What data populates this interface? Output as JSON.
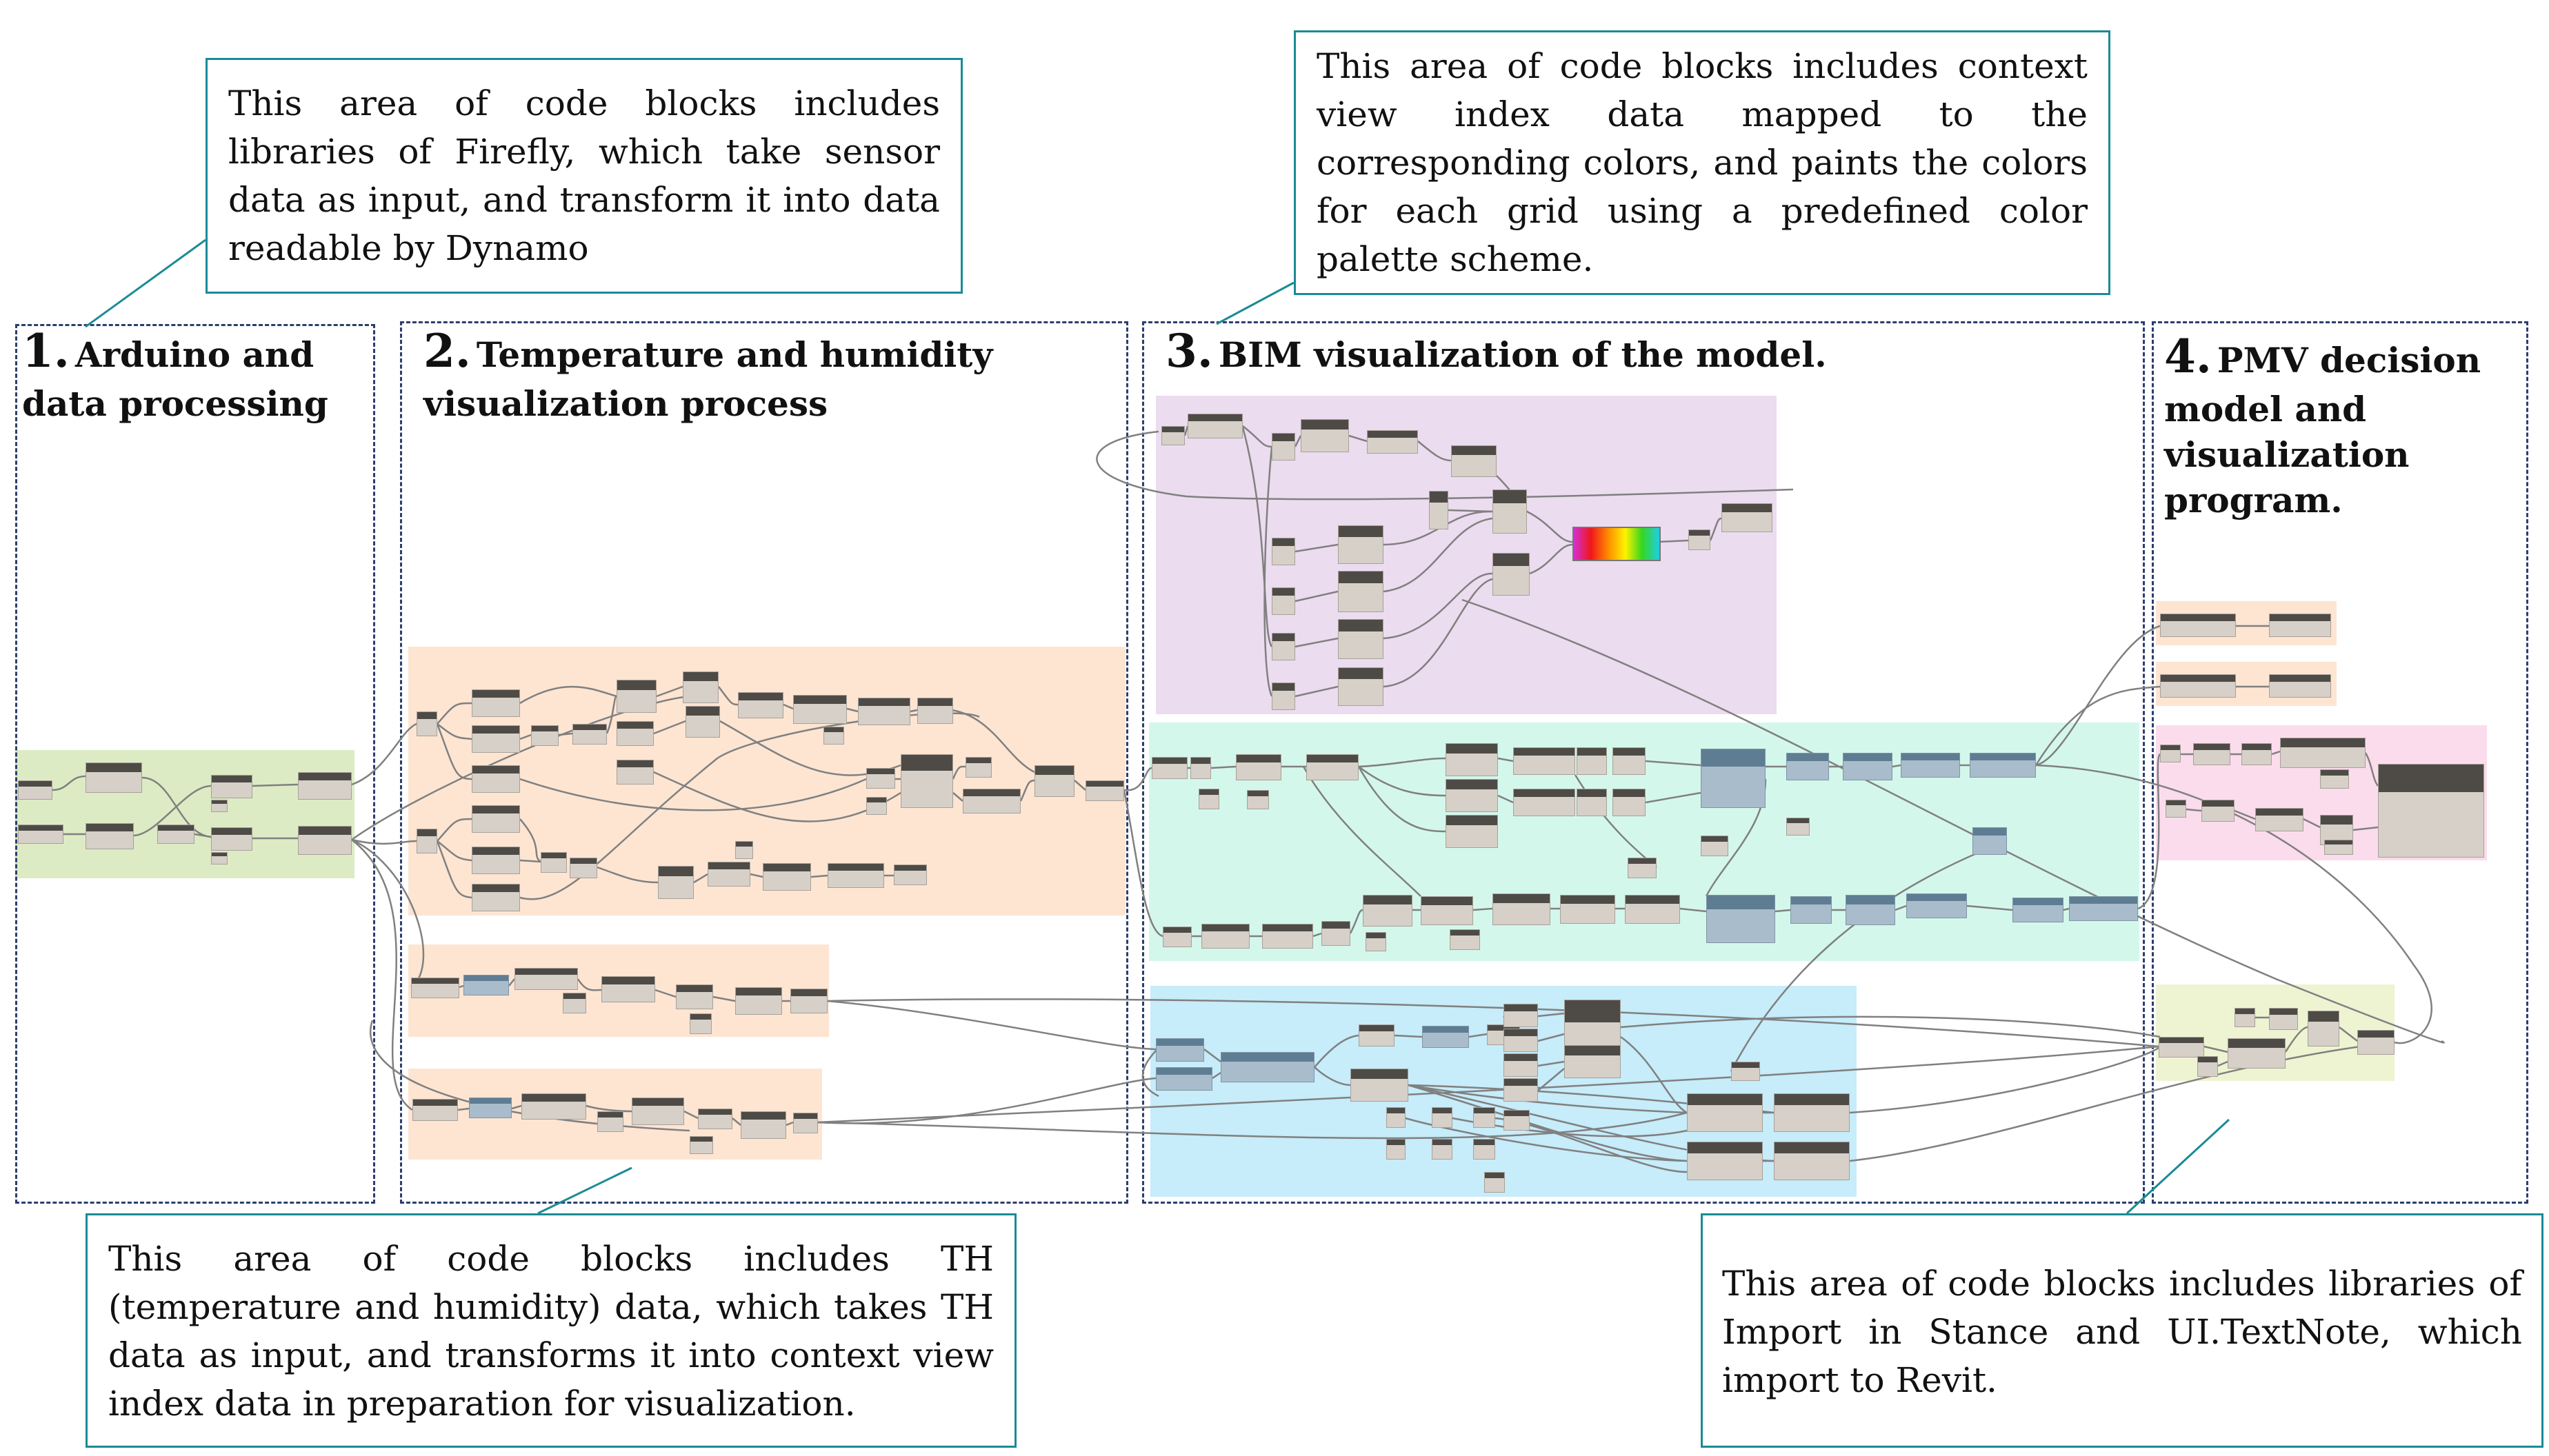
{
  "sections": [
    {
      "number": "1.",
      "title": "Arduino and data processing"
    },
    {
      "number": "2.",
      "title": "Temperature and humidity visualization process"
    },
    {
      "number": "3.",
      "title": "BIM visualization of the model."
    },
    {
      "number": "4.",
      "title": "PMV decision model and visualization program."
    }
  ],
  "annotations": {
    "firefly": "This area of code blocks includes libraries of Firefly, which take sensor data as input, and transform it into data readable by Dynamo",
    "context_view": "This area of code blocks includes context view index data mapped to the corresponding colors, and paints the colors for each grid using a predefined color palette scheme.",
    "th_data": "This area of code blocks includes TH (temperature and humidity) data, which takes TH data as input, and transforms it into context view index data in preparation for visualization.",
    "import_instance": "This area of code blocks includes libraries of Import in Stance and UI.TextNote, which import to Revit."
  },
  "colors": {
    "section_border": "#2c3e6b",
    "annotation_border": "#1a8b95",
    "group_green": "#dcebc4",
    "group_orange": "#fde5d2",
    "group_purple": "#ecdcef",
    "group_mint": "#d4f7ec",
    "group_blue": "#c7ecfa",
    "group_pink": "#fbdcec",
    "group_yellowgreen": "#eef4d2",
    "node_body": "#d6d0c8",
    "node_header": "#4e4b47",
    "wire": "#808080"
  }
}
